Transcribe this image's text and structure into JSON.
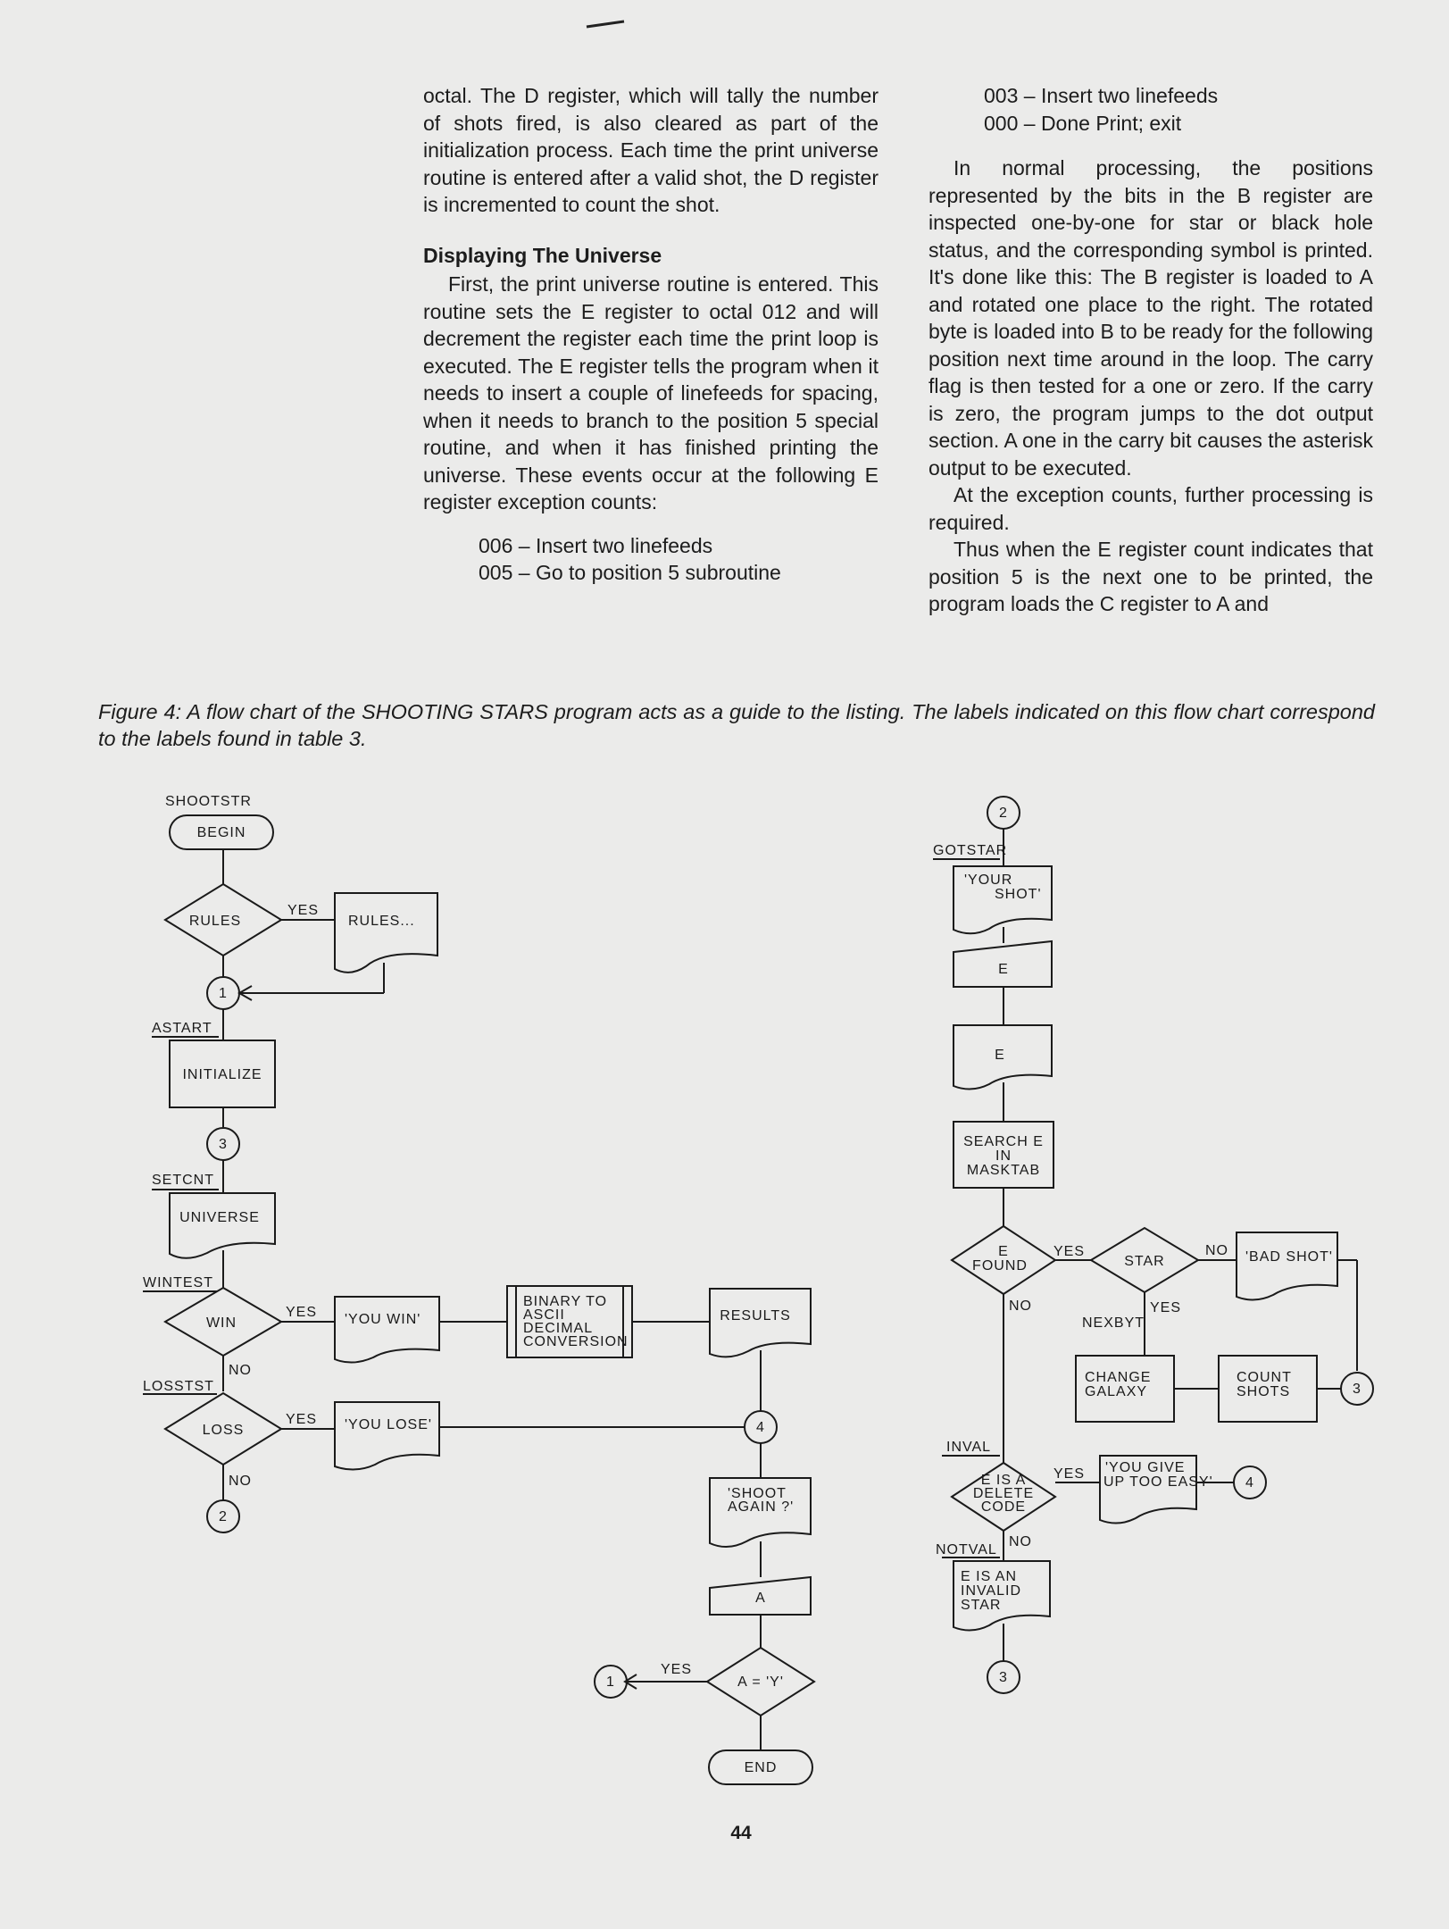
{
  "left_column": {
    "para1": "octal. The D register, which will tally the number of shots fired, is also cleared as part of the initialization process. Each time the print universe routine is entered after a valid shot, the D register is incremented to count the shot.",
    "heading": "Displaying The Universe",
    "para2": "First, the print universe routine is entered. This routine sets the E register to octal 012 and will decrement the register each time the print loop is executed. The E register tells the program when it needs to insert a couple of linefeeds for spacing, when it needs to branch to the position 5 special routine, and when it has finished printing the universe. These events occur at the following E register exception counts:",
    "codes": [
      "006 – Insert two linefeeds",
      "005 – Go to position 5 subroutine"
    ]
  },
  "right_column": {
    "codes": [
      "003 – Insert two linefeeds",
      "000 – Done Print; exit"
    ],
    "para1": "In normal processing, the positions represented by the bits in the B register are inspected one-by-one for star or black hole status, and the corresponding symbol is printed. It's done like this: The B register is loaded to A and rotated one place to the right. The rotated byte is loaded into B to be ready for the following position next time around in the loop. The carry flag is then tested for a one or zero. If the carry is zero, the program jumps to the dot output section. A one in the carry bit causes the asterisk output to be executed.",
    "para2": "At the exception counts, further processing is required.",
    "para3": "Thus when the E register count indicates that position 5 is the next one to be printed, the program loads the C register to A and"
  },
  "caption": "Figure 4: A flow chart of the SHOOTING STARS program acts as a guide to the listing. The labels indicated on this flow chart correspond to the labels found in table 3.",
  "flowchart": {
    "left": {
      "shootstr": "SHOOTSTR",
      "begin": "BEGIN",
      "rules_decision": "RULES",
      "yes1": "YES",
      "rules_print": "RULES...",
      "conn1": "1",
      "astart": "ASTART",
      "initialize": "INITIALIZE",
      "conn3": "3",
      "setcnt": "SETCNT",
      "universe": "UNIVERSE",
      "wintest": "WINTEST",
      "win": "WIN",
      "yes2": "YES",
      "you_win": "'YOU WIN'",
      "binary_lines": [
        "BINARY TO",
        "ASCII",
        "DECIMAL",
        "CONVERSION"
      ],
      "results": "RESULTS",
      "no1": "NO",
      "losstst": "LOSSTST",
      "loss": "LOSS",
      "yes3": "YES",
      "you_lose": "'YOU LOSE'",
      "conn4": "4",
      "no2": "NO",
      "conn2": "2",
      "shoot_again_lines": [
        "'SHOOT",
        "AGAIN ?'"
      ],
      "input_a": "A",
      "conn1b": "1",
      "yes4": "YES",
      "a_eq_y": "A = 'Y'",
      "end": "END"
    },
    "right": {
      "conn2": "2",
      "gotstar": "GOTSTAR",
      "your_shot_lines": [
        "'YOUR",
        "SHOT'"
      ],
      "input_e": "E",
      "print_e": "E",
      "search_lines": [
        "SEARCH E",
        "IN",
        "MASKTAB"
      ],
      "e_found_lines": [
        "E",
        "FOUND"
      ],
      "yes1": "YES",
      "star": "STAR",
      "no1": "NO",
      "bad_shot": "'BAD SHOT'",
      "no2": "NO",
      "nexbyt": "NEXBYT",
      "yes2": "YES",
      "change_galaxy_lines": [
        "CHANGE",
        "GALAXY"
      ],
      "count_shots_lines": [
        "COUNT",
        "SHOTS"
      ],
      "conn3": "3",
      "inval": "INVAL",
      "eisa_lines": [
        "E IS A",
        "DELETE",
        "CODE"
      ],
      "yes3": "YES",
      "give_up_lines": [
        "'YOU GIVE",
        "UP TOO EASY'"
      ],
      "conn4": "4",
      "no3": "NO",
      "notval": "NOTVAL",
      "invalid_lines": [
        "E IS AN",
        "INVALID",
        "STAR"
      ],
      "conn3b": "3"
    }
  },
  "page_number": "44"
}
